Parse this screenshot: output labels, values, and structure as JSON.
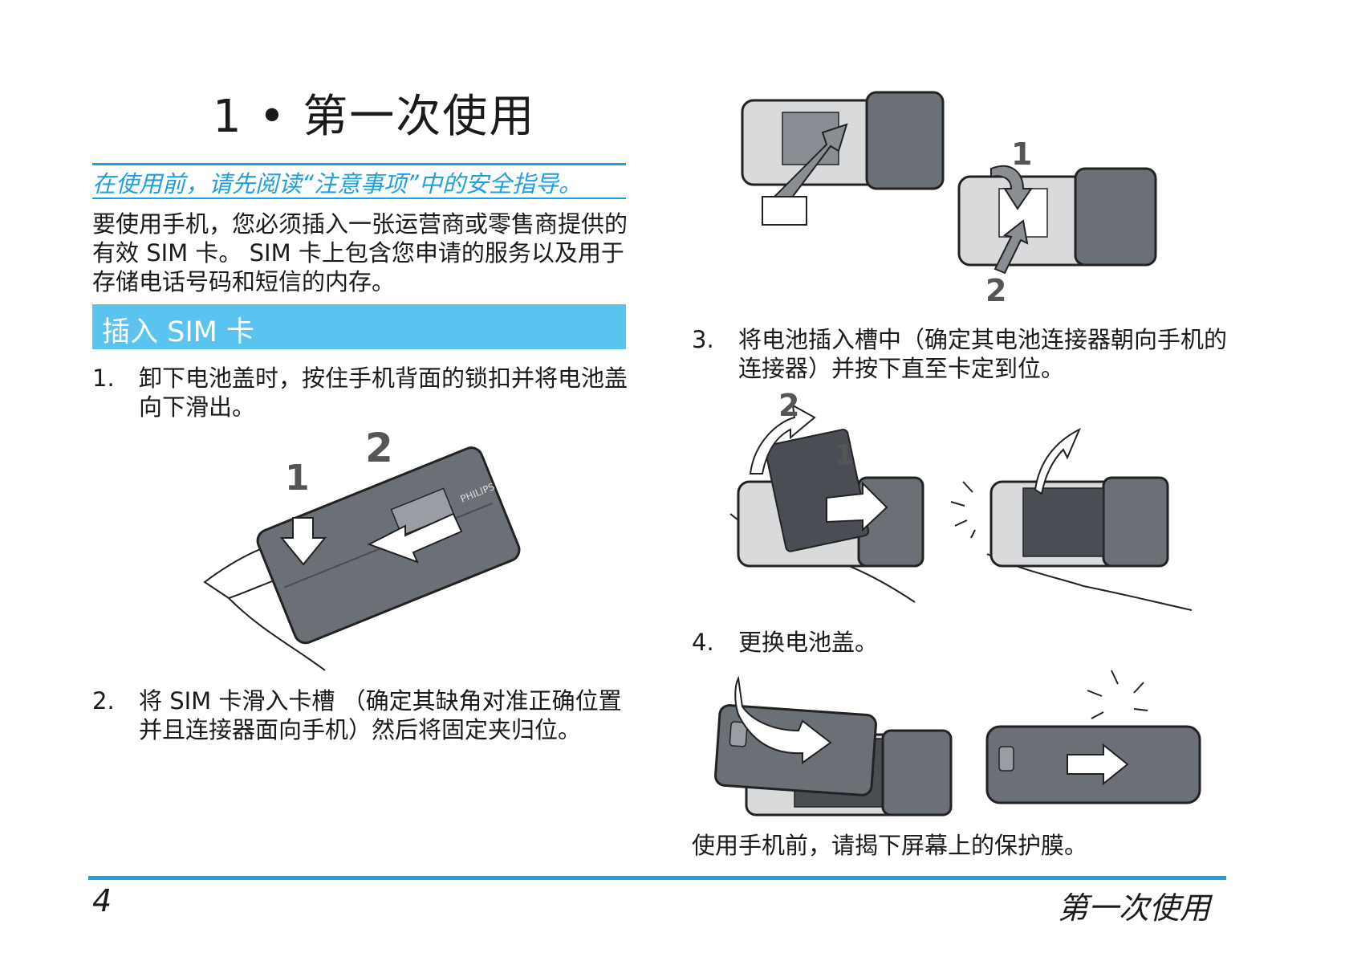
{
  "title": "1 • 第一次使用",
  "safety_note": "在使用前，请先阅读“注意事项”中的安全指导。",
  "intro": "要使用手机，您必须插入一张运营商或零售商提供的有效 SIM 卡。 SIM 卡上包含您申请的服务以及用于存储电话号码和短信的内存。",
  "section_heading": "插入 SIM 卡",
  "steps": [
    {
      "num": "1.",
      "text": "卸下电池盖时，按住手机背面的锁扣并将电池盖向下滑出。"
    },
    {
      "num": "2.",
      "text": "将 SIM 卡滑入卡槽 （确定其缺角对准正确位置并且连接器面向手机）然后将固定夹归位。"
    },
    {
      "num": "3.",
      "text": "将电池插入槽中（确定其电池连接器朝向手机的连接器）并按下直至卡定到位。"
    },
    {
      "num": "4.",
      "text": "更换电池盖。"
    }
  ],
  "final_note": "使用手机前，请揭下屏幕上的保护膜。",
  "figure_labels": {
    "fig1_a": "1",
    "fig1_b": "2",
    "fig2_a": "1",
    "fig2_b": "2",
    "fig3_a": "2",
    "fig3_b": "1"
  },
  "brand_mark": "PHILIPS",
  "footer": {
    "page_number": "4",
    "chapter": "第一次使用"
  },
  "colors": {
    "accent": "#1f9fdc",
    "band": "#5bc3ef",
    "phone": "#6b7077"
  }
}
